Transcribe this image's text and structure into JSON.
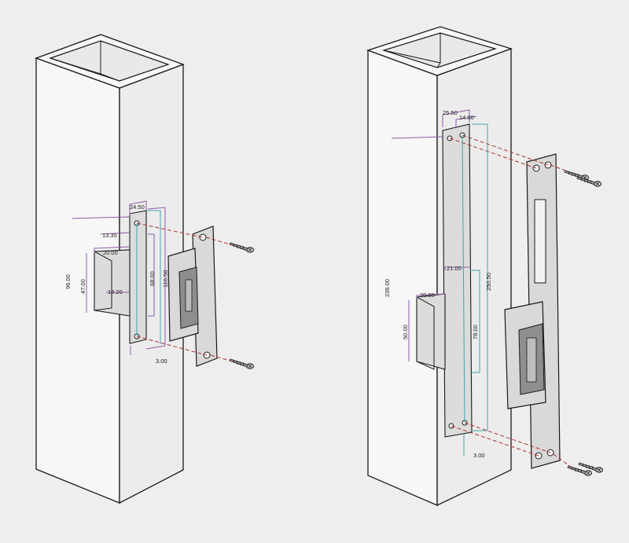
{
  "colors": {
    "background": "#eeeeee",
    "outline": "#1a1a1a",
    "dimension_purple": "#8e5aa8",
    "dimension_teal": "#43a3a8",
    "guide_red": "#b03030"
  },
  "left_drawing": {
    "dims": {
      "plate_width": "24.50",
      "notch_depth": "13.35",
      "pocket_width": "20.00",
      "lower_width": "18.20",
      "overall_height": "96.00",
      "pocket_height": "47.00",
      "inner_height": "68.00",
      "plate_height": "110.50",
      "plate_thickness": "3.00"
    }
  },
  "right_drawing": {
    "dims": {
      "plate_width": "25.50",
      "inner_width": "14.00",
      "overall_height": "236.00",
      "pocket_width_a": "21.00",
      "pocket_width_b": "20.00",
      "pocket_height": "50.00",
      "inner_height": "78.00",
      "plate_height": "250.50",
      "plate_thickness": "3.00"
    }
  }
}
